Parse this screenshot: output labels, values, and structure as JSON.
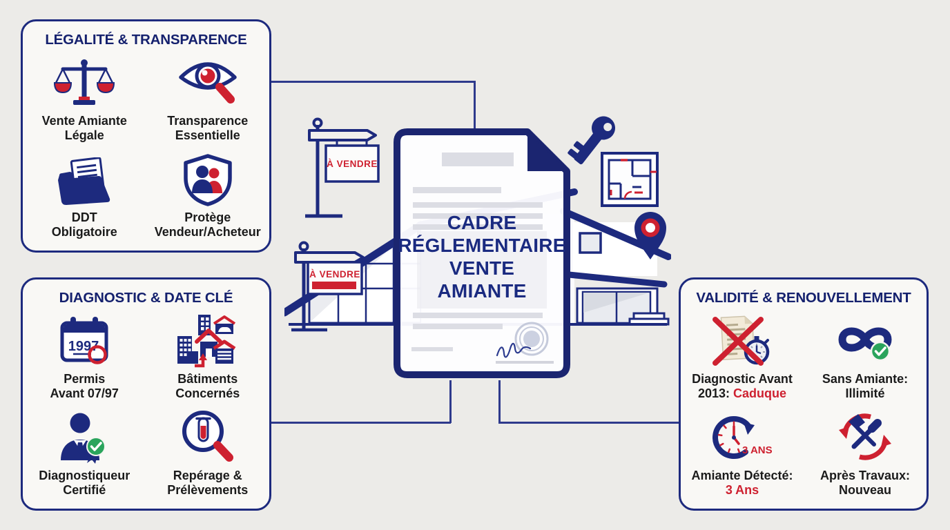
{
  "colors": {
    "navy": "#1d2a7e",
    "red": "#ce2130",
    "green": "#2aa45c",
    "background": "#ecebe8",
    "panel_background": "#f9f8f5",
    "label_text": "#1b1b1b"
  },
  "center": {
    "document_title": "CADRE\nRÉGLEMENTAIRE\nVENTE\nAMIANTE",
    "sign_top": "À VENDRE",
    "sign_bottom": "À VENDRE"
  },
  "icons": {
    "calendar_year": "1997",
    "clock_duration": "3 ANS"
  },
  "panels": {
    "legalite": {
      "title": "LÉGALITÉ & TRANSPARENCE",
      "items": [
        {
          "icon": "scales-of-justice-icon",
          "line1": "Vente Amiante",
          "line2": "Légale"
        },
        {
          "icon": "eye-magnifier-icon",
          "line1": "Transparence",
          "line2": "Essentielle"
        },
        {
          "icon": "folder-document-icon",
          "line1": "DDT",
          "line2": "Obligatoire"
        },
        {
          "icon": "shield-people-icon",
          "line1": "Protège",
          "line2": "Vendeur/Acheteur"
        }
      ]
    },
    "diagnostic": {
      "title": "DIAGNOSTIC & DATE CLÉ",
      "items": [
        {
          "icon": "calendar-1997-icon",
          "line1": "Permis",
          "line2": "Avant 07/97"
        },
        {
          "icon": "buildings-icon",
          "line1": "Bâtiments",
          "line2": "Concernés"
        },
        {
          "icon": "certified-diagnostician-icon",
          "line1": "Diagnostiqueur",
          "line2": "Certifié"
        },
        {
          "icon": "magnifier-sample-icon",
          "line1": "Repérage &",
          "line2": "Prélèvements"
        }
      ]
    },
    "validite": {
      "title": "VALIDITÉ & RENOUVELLEMENT",
      "items": [
        {
          "icon": "expired-document-icon",
          "line1": "Diagnostic Avant",
          "line2": "2013: ",
          "accent": "Caduque"
        },
        {
          "icon": "infinity-check-icon",
          "line1": "Sans Amiante:",
          "line2": "Illimité"
        },
        {
          "icon": "clock-3-years-icon",
          "line1": "Amiante Détecté:",
          "line2": "",
          "accent": "3 Ans"
        },
        {
          "icon": "renewal-tools-icon",
          "line1": "Après Travaux:",
          "line2": "Nouveau"
        }
      ]
    }
  }
}
